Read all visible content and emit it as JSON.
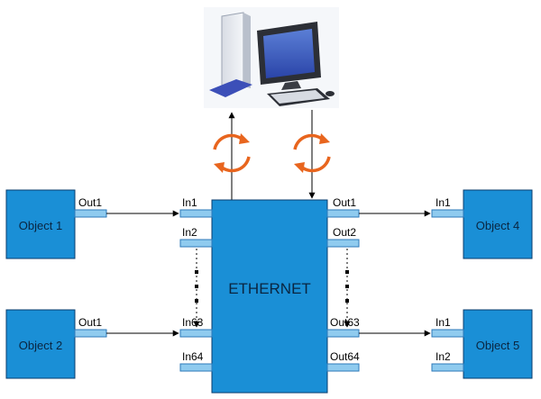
{
  "hub": {
    "label": "ETHERNET"
  },
  "objects": [
    {
      "label": "Object 1"
    },
    {
      "label": "Object 2"
    },
    {
      "label": "Object 4"
    },
    {
      "label": "Object 5"
    }
  ],
  "ports": {
    "obj1_out": "Out1",
    "obj2_out": "Out1",
    "hub_in1": "In1",
    "hub_in2": "In2",
    "hub_in63": "In63",
    "hub_in64": "In64",
    "hub_out1": "Out1",
    "hub_out2": "Out2",
    "hub_out63": "Out63",
    "hub_out64": "Out64",
    "obj4_in1": "In1",
    "obj5_in1": "In1",
    "obj5_in2": "In2"
  },
  "icons": {
    "computer": "computer-icon",
    "sync": "sync-arrows-icon"
  },
  "colors": {
    "block_fill": "#1a8fd6",
    "block_stroke": "#0b3d6e",
    "port_fill": "#8fcbef",
    "port_stroke": "#2e7ab8",
    "sync_arrows": "#e8651e",
    "line": "#000000"
  }
}
